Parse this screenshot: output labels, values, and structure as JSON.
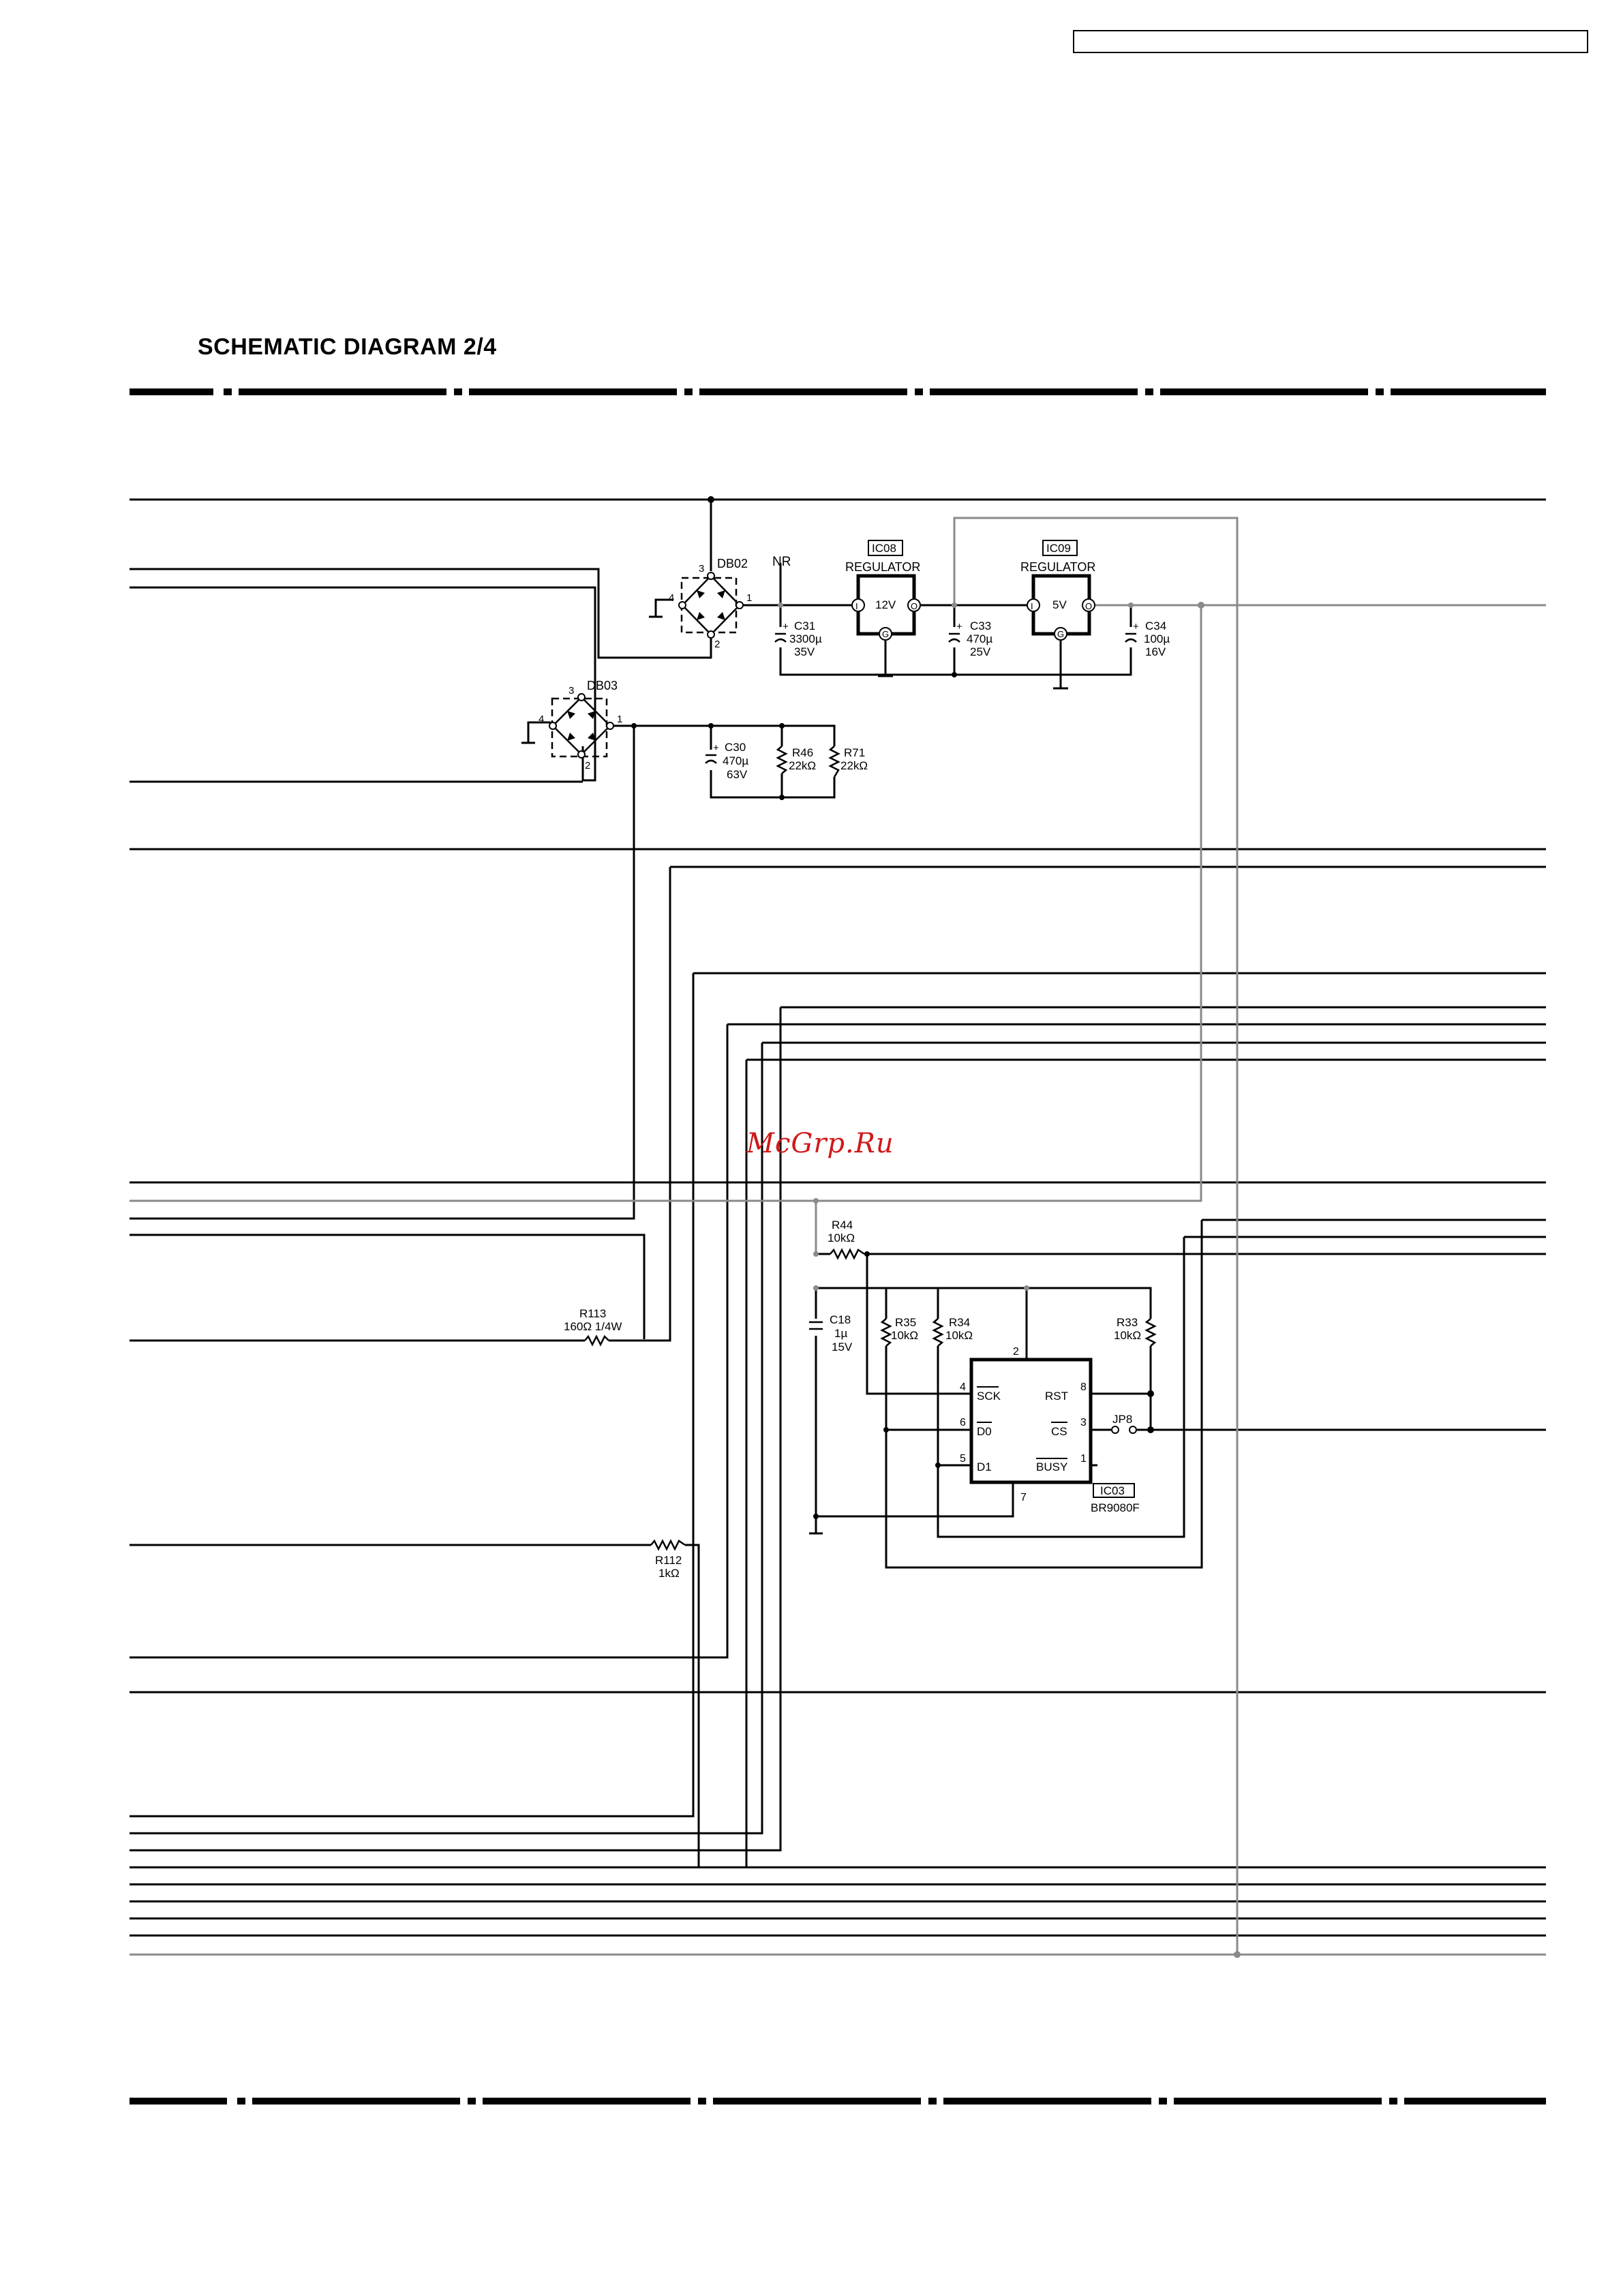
{
  "page": {
    "title": "SCHEMATIC DIAGRAM 2/4",
    "watermark": "McGrp.Ru"
  },
  "colors": {
    "wire": "#000000",
    "net_gray": "#8a8a8a",
    "watermark": "#d01818"
  },
  "labels": {
    "nr": "NR",
    "db02": "DB02",
    "db03": "DB03",
    "ic08": "IC08",
    "ic09": "IC09",
    "ic03": "IC03",
    "ic03_part": "BR9080F",
    "regulator": "REGULATOR",
    "reg_12v": "12V",
    "reg_5v": "5V",
    "pin_i": "I",
    "pin_o": "O",
    "pin_g": "G",
    "bridge_pin_1": "1",
    "bridge_pin_2": "2",
    "bridge_pin_3": "3",
    "bridge_pin_4": "4",
    "ic03_pin_1": "1",
    "ic03_pin_2": "2",
    "ic03_pin_3": "3",
    "ic03_pin_4": "4",
    "ic03_pin_5": "5",
    "ic03_pin_6": "6",
    "ic03_pin_7": "7",
    "ic03_pin_8": "8",
    "sig_sck": "SCK",
    "sig_d0": "D0",
    "sig_d1": "D1",
    "sig_rst": "RST",
    "sig_cs": "CS",
    "sig_busy": "BUSY",
    "jp8": "JP8",
    "plus": "+",
    "c31_name": "C31",
    "c31_val": "3300µ",
    "c31_v": "35V",
    "c33_name": "C33",
    "c33_val": "470µ",
    "c33_v": "25V",
    "c34_name": "C34",
    "c34_val": "100µ",
    "c34_v": "16V",
    "c30_name": "C30",
    "c30_val": "470µ",
    "c30_v": "63V",
    "c18_name": "C18",
    "c18_val": "1µ",
    "c18_v": "15V",
    "r46_name": "R46",
    "r46_val": "22kΩ",
    "r71_name": "R71",
    "r71_val": "22kΩ",
    "r44_name": "R44",
    "r44_val": "10kΩ",
    "r35_name": "R35",
    "r35_val": "10kΩ",
    "r34_name": "R34",
    "r34_val": "10kΩ",
    "r33_name": "R33",
    "r33_val": "10kΩ",
    "r113_name": "R113",
    "r113_val": "160Ω  1/4W",
    "r112_name": "R112",
    "r112_val": "1kΩ"
  }
}
